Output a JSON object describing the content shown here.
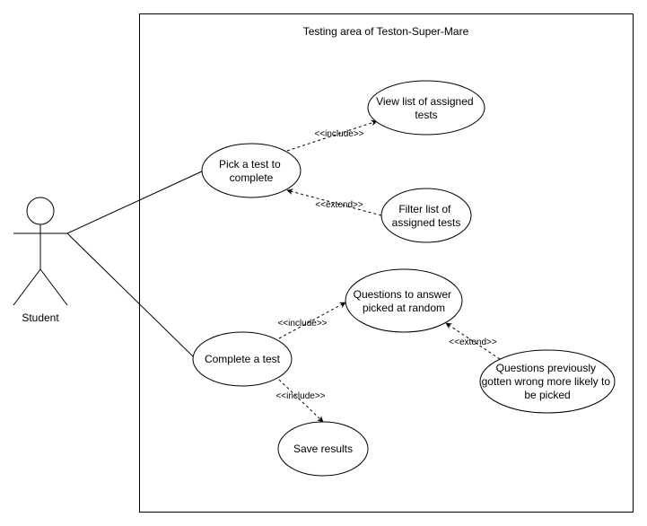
{
  "boundary": {
    "title": "Testing area of Teston-Super-Mare"
  },
  "actor": {
    "label": "Student"
  },
  "use_cases": {
    "pick_test": [
      "Pick a test to",
      "complete"
    ],
    "view_list": [
      "View list of assigned",
      "tests"
    ],
    "filter_list": [
      "Filter list of",
      "assigned tests"
    ],
    "complete_test": [
      "Complete a test"
    ],
    "questions_random": [
      "Questions to answer",
      "picked at random"
    ],
    "questions_wrong": [
      "Questions previously",
      "gotten wrong more likely to",
      "be picked"
    ],
    "save_results": [
      "Save results"
    ]
  },
  "relationships": {
    "include_view": "<<include>>",
    "extend_filter": "<<extend>>",
    "include_questions": "<<include>>",
    "extend_wrong": "<<extend>>",
    "include_save": "<<include>>"
  },
  "colors": {
    "stroke": "#000000",
    "fill": "#ffffff"
  }
}
